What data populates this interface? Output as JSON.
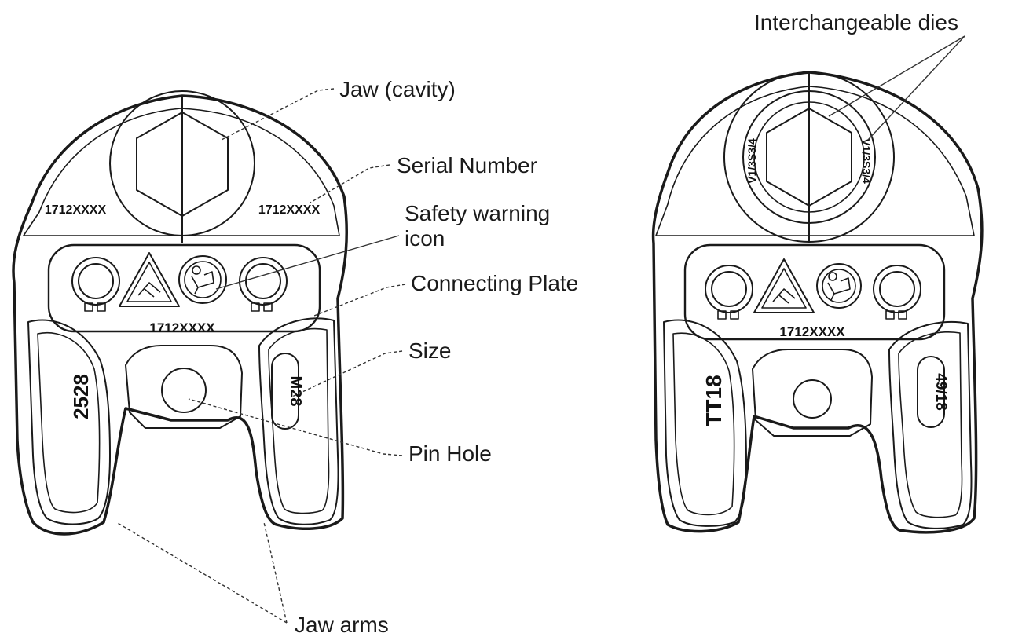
{
  "labels": {
    "jaw_cavity": "Jaw (cavity)",
    "serial_number": "Serial Number",
    "safety_warning_line1": "Safety warning",
    "safety_warning_line2": "icon",
    "connecting_plate": "Connecting Plate",
    "size": "Size",
    "pin_hole": "Pin Hole",
    "jaw_arms": "Jaw arms",
    "interchangeable_dies": "Interchangeable dies"
  },
  "left_jaw": {
    "serial_left": "1712XXXX",
    "serial_right": "1712XXXX",
    "plate_serial": "1712XXXX",
    "arm_left_code": "2528",
    "size_marking": "M28"
  },
  "right_jaw": {
    "plate_serial": "1712XXXX",
    "die_left_code": "V1/3S3/4",
    "die_right_code": "V1/3S3/4",
    "arm_left_code": "TT18",
    "size_marking": "49/18"
  },
  "icons": [
    "warning-triangle-icon",
    "read-manual-icon"
  ],
  "colors": {
    "line": "#1a1a1a",
    "background": "#ffffff"
  }
}
